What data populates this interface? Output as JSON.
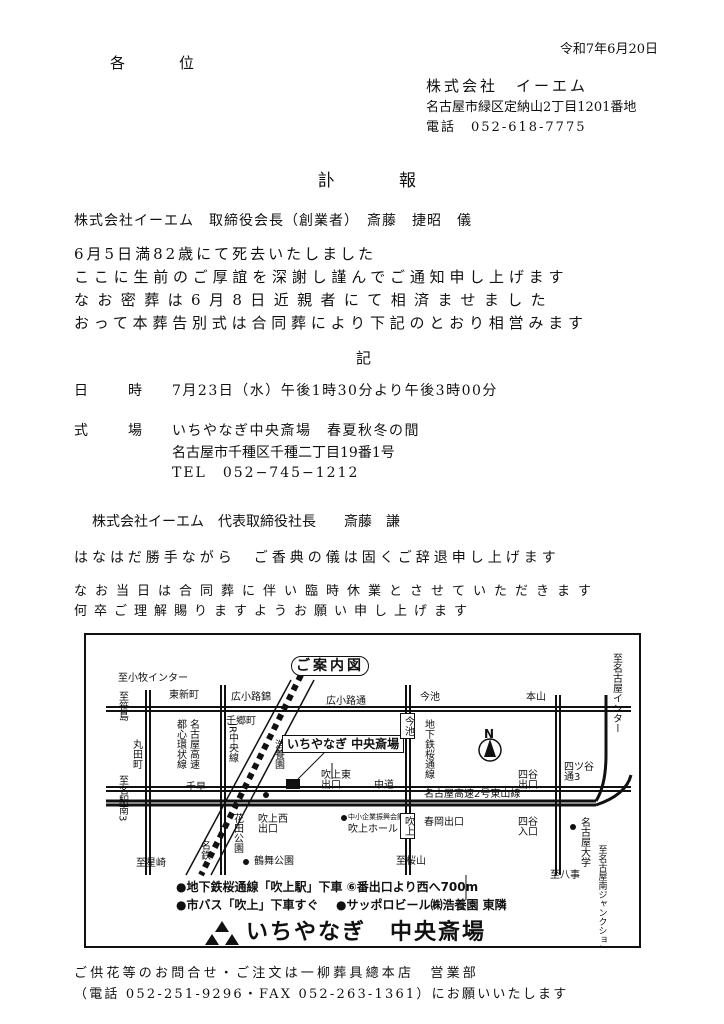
{
  "header": {
    "date": "令和7年6月20日",
    "recipients": "各　　位",
    "company": "株式会社　イーエム",
    "address": "名古屋市緑区定納山2丁目1201番地",
    "phone": "電話　052-618-7775"
  },
  "title": "訃　　報",
  "deceased_line": "株式会社イーエム　取締役会長（創業者）　斎藤　捷昭　儀",
  "body_lines": [
    "6月5日満82歳にて死去いたしました",
    "ここに生前のご厚誼を深謝し謹んでご通知申し上げます",
    "なお密葬は6月8日近親者にて相済ませました",
    "おって本葬告別式は合同葬により下記のとおり相営みます"
  ],
  "ki": "記",
  "schedule": {
    "label": "日　　時",
    "value": "7月23日（水）午後1時30分より午後3時00分"
  },
  "venue": {
    "label": "式　　場",
    "name": "いちやなぎ中央斎場　春夏秋冬の間",
    "address": "名古屋市千種区千種二丁目19番1号",
    "tel": "TEL　052−745−1212"
  },
  "chief_mourner": "株式会社イーエム　代表取締役社長　　斎藤　謙",
  "notes": [
    "はなはだ勝手ながら　ご香典の儀は固くご辞退申し上げます",
    "なお当日は合同葬に伴い臨時休業とさせていただきます",
    "何卒ご理解賜りますようお願い申し上げます"
  ],
  "map": {
    "title": "ご案内図",
    "labels": {
      "komaki_ic": "至小牧インター",
      "higashi_shinmachi": "東新町",
      "hirokoji_yabacho": "広小路錦",
      "hirokoji_dori": "広小路通",
      "imaike_label": "今池",
      "honyama": "本山",
      "to_sasashima": "至笹島",
      "toshin_kanjo": "都心環状線",
      "nagoya_kosoku": "名古屋高速",
      "chikusa_cho": "千郷町",
      "marunouchi": "丸田町",
      "to_nagoya_eki": "至名駅南3",
      "chikusa": "千早",
      "jr_chuo": "JR中央線",
      "meitetsu": "名鉄",
      "kosei_en": "浩養園",
      "venue_box": "いちやなぎ 中央斎場",
      "fukiage_higashi": "吹上東出口",
      "nakamichi": "中道",
      "subway_sakuradori": "地下鉄桜通線",
      "imaike_box": "今池",
      "north": "N",
      "kosoku_higashiyama": "名古屋高速2号東山線",
      "yotsuya_deguchi": "四谷出口",
      "yotsuya_dori": "四ツ谷通3",
      "yotsuya_iriguchi": "四谷入口",
      "to_nagoya_ic": "至名古屋インター",
      "to_nagoya_jct": "至名古屋南ジャンクション",
      "meidai": "名古屋大学",
      "hana_koen": "花田公園",
      "fukiage_nishi": "吹上西出口",
      "chusho_kaikan": "中小企業振興会館",
      "fukiage_hall": "吹上ホール",
      "fukiage_box": "吹上",
      "shunmon_deguchi": "春岡出口",
      "to_sakurayama": "至桜山",
      "to_hoshigasaki": "至星崎",
      "tsurumai_koen": "鶴舞公園",
      "to_yagoto": "至八事"
    },
    "directions": [
      "●地下鉄桜通線「吹上駅」下車 ⑥番出口より西へ700m",
      "●市バス「吹上」下車すぐ",
      "●サッポロビール㈱浩養園 東隣"
    ],
    "brand_name": "いちやなぎ　中央斎場"
  },
  "footer": [
    "ご供花等のお問合せ・ご注文は一柳葬具總本店　営業部",
    "（電話 052-251-9296・FAX 052-263-1361）にお願いいたします"
  ]
}
